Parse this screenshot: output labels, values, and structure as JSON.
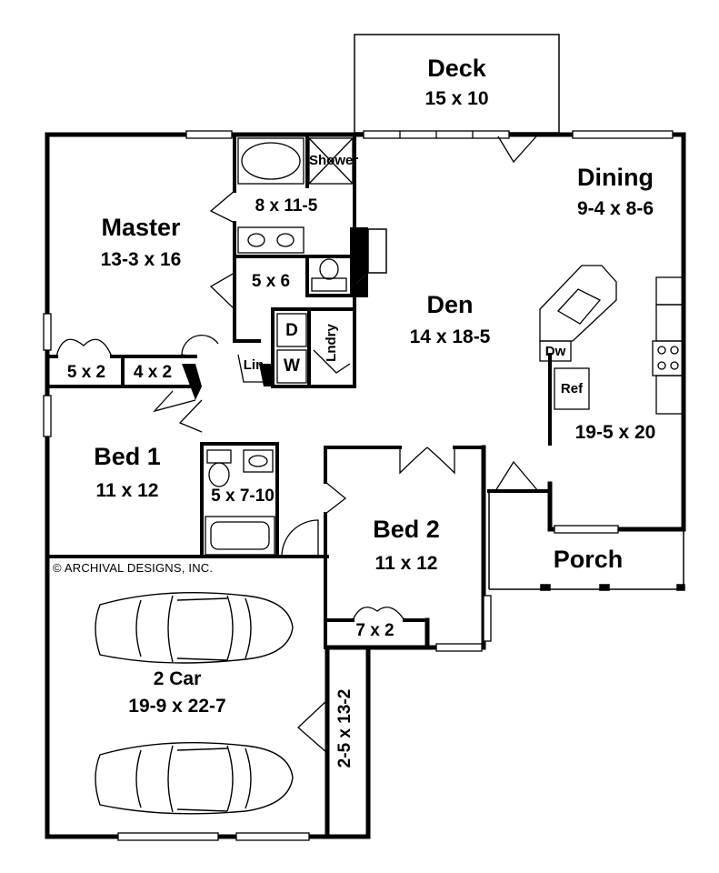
{
  "copyright": "© ARCHIVAL DESIGNS, INC.",
  "rooms": {
    "deck": {
      "name": "Deck",
      "dim": "15 x 10"
    },
    "dining": {
      "name": "Dining",
      "dim": "9-4 x 8-6"
    },
    "master": {
      "name": "Master",
      "dim": "13-3 x 16"
    },
    "den": {
      "name": "Den",
      "dim": "14 x 18-5"
    },
    "kitchen": {
      "dim": "19-5 x 20"
    },
    "bed1": {
      "name": "Bed 1",
      "dim": "11 x 12"
    },
    "bed2": {
      "name": "Bed 2",
      "dim": "11 x 12"
    },
    "porch": {
      "name": "Porch"
    },
    "garage": {
      "name": "2 Car",
      "dim": "19-9 x 22-7"
    }
  },
  "small_rooms": {
    "master_bath": "8 x 11-5",
    "toilet_room": "5 x 6",
    "closet_a": "5 x 2",
    "closet_b": "4 x 2",
    "hall_bath": "5 x 7-10",
    "bed2_closet": "7 x 2",
    "garage_storage": "2-5 x 13-2"
  },
  "fixtures": {
    "shower": "Shower",
    "dryer": "D",
    "washer": "W",
    "laundry": "Lndry",
    "linen": "Lin",
    "dishwasher": "Dw",
    "refrigerator": "Ref"
  }
}
